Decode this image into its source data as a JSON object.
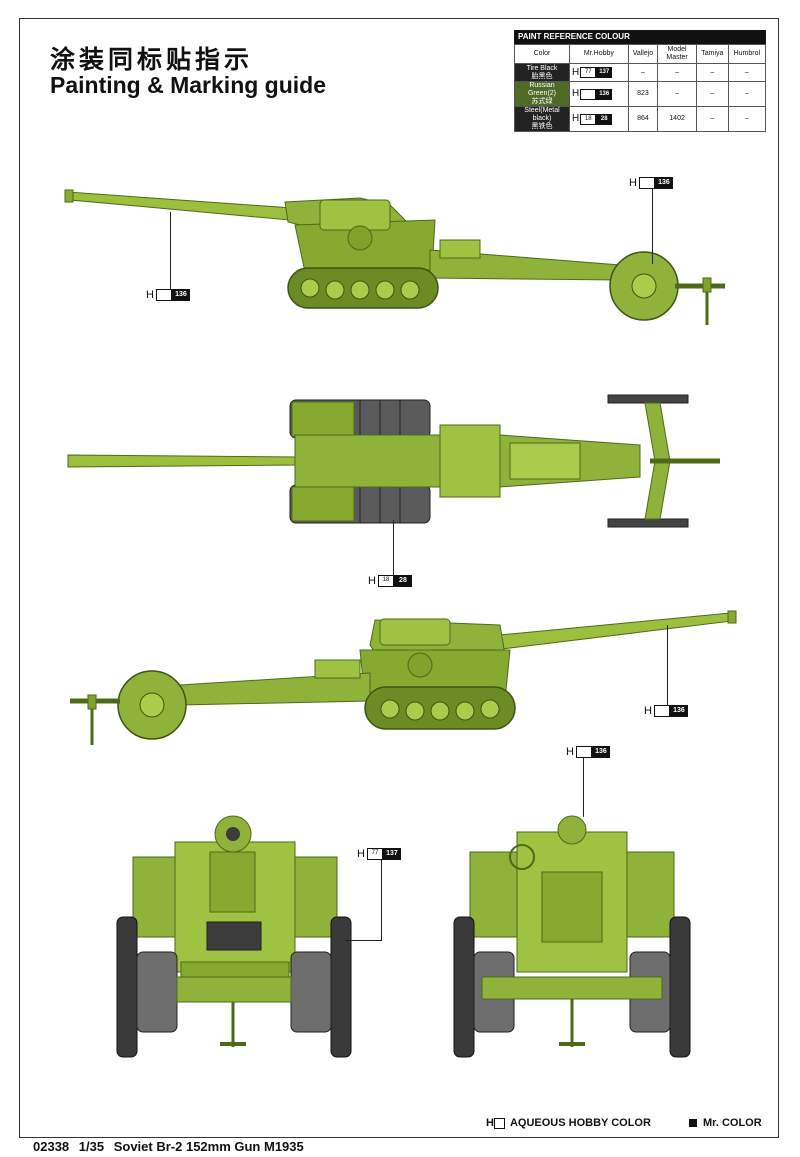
{
  "header": {
    "title_cn": "涂装同标贴指示",
    "title_en": "Painting & Marking guide"
  },
  "paint_table": {
    "title": "PAINT REFERENCE COLOUR",
    "columns": [
      "Color",
      "Mr.Hobby",
      "Vallejo",
      "Model Master",
      "Tamiya",
      "Humbrol"
    ],
    "rows": [
      {
        "color_en": "Tire Black",
        "color_cn": "胎黑色",
        "h_code": "77",
        "mr_code": "137",
        "vallejo": "–",
        "model_master": "–",
        "tamiya": "–",
        "humbrol": "–"
      },
      {
        "color_en": "Russian Green(2)",
        "color_cn": "苏式绿",
        "h_code": "",
        "mr_code": "136",
        "vallejo": "823",
        "model_master": "–",
        "tamiya": "–",
        "humbrol": "–"
      },
      {
        "color_en": "Steel(Metal black)",
        "color_cn": "黑铁色",
        "h_code": "18",
        "mr_code": "28",
        "vallejo": "864",
        "model_master": "1402",
        "tamiya": "–",
        "humbrol": "–"
      }
    ]
  },
  "callouts": {
    "side_left_body": {
      "h": "H",
      "white": "",
      "black": "136"
    },
    "side_left_wheel": {
      "h": "H",
      "white": "",
      "black": "136"
    },
    "top_view": {
      "h": "H",
      "white": "18",
      "black": "28"
    },
    "side_right": {
      "h": "H",
      "white": "",
      "black": "136"
    },
    "rear_view": {
      "h": "H",
      "white": "",
      "black": "136"
    },
    "front_tires": {
      "h": "H",
      "white": "77",
      "black": "137"
    }
  },
  "legend": {
    "aqueous": "AQUEOUS HOBBY COLOR",
    "mr_color": "Mr. COLOR",
    "h_letter": "H"
  },
  "footer": {
    "code": "02338",
    "scale": "1/35",
    "name": "Soviet Br-2 152mm Gun M1935"
  },
  "colors": {
    "russian_green": "#8fb33a",
    "green_dark": "#5f7f22",
    "green_light": "#b9d65a",
    "tire_black": "#2a2a2a",
    "steel": "#3c3c3c"
  }
}
